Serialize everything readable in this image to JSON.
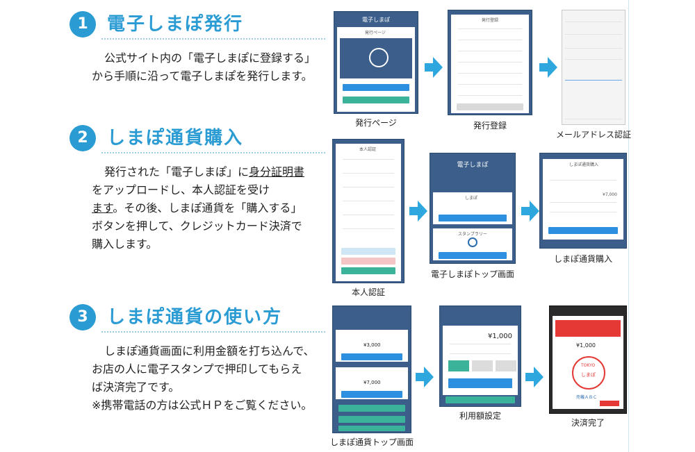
{
  "steps": [
    {
      "number": "1",
      "title": "電子しまぽ発行",
      "desc_lines": [
        "公式サイト内の「電子しまぽに登録する」",
        "から手順に沿って電子しまぽを発行します。"
      ],
      "captions": [
        "発行ページ",
        "発行登録",
        "メールアドレス認証"
      ]
    },
    {
      "number": "2",
      "title": "しまぽ通貨購入",
      "desc": {
        "line1_a": "発行された「電子しまぽ」に",
        "line1_b": "身分証明書",
        "line2": "をアップロードし、本人認証を受け",
        "line3_a": "ます",
        "line3_b": "。その後、しまぽ通貨を「購入する」",
        "line4": "ボタンを押して、クレジットカード決済で",
        "line5": "購入します。"
      },
      "captions": [
        "本人認証",
        "電子しまぽトップ画面",
        "しまぽ通貨購入"
      ]
    },
    {
      "number": "3",
      "title": "しまぽ通貨の使い方",
      "desc_lines": [
        "しまぽ通貨画面に利用金額を打ち込んで、",
        "お店の人に電子スタンプで押印してもらえ",
        "ば決済完了です。",
        "※携帯電話の方は公式ＨＰをご覧ください。"
      ],
      "captions": [
        "しまぽ通貨トップ画面",
        "利用額設定",
        "決済完了"
      ]
    }
  ],
  "screens": {
    "app_name": "電子しまぽ",
    "issue_page_title": "発行ページ",
    "register_title": "発行登録",
    "verify_title": "本人認証",
    "purchase_title": "しまぽ通貨購入",
    "amount_7000": "¥7,000",
    "amount_3000": "¥3,000",
    "amount_1000": "¥1,000",
    "tokyo_label": "TOKYO",
    "shimapo_label": "しまぽ",
    "stamp_rally": "スタンプラリー",
    "shop_name": "売機ＡＢＣ"
  }
}
